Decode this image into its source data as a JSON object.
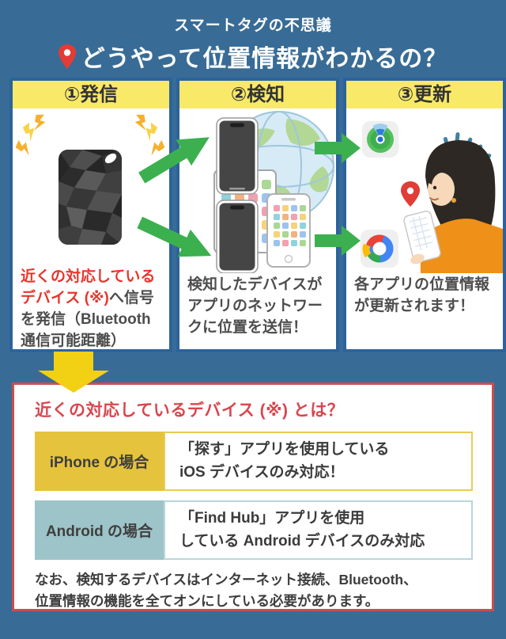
{
  "header": {
    "subtitle": "スマートタグの不思議",
    "title": "どうやって位置情報がわかるの？"
  },
  "steps": [
    {
      "label": "①発信",
      "caption_highlight": "近くの対応しているデバイス (※)",
      "caption_rest": "へ信号を発信（Bluetooth通信可能距離）",
      "illustration": "smart-tag-broadcasting-signal"
    },
    {
      "label": "②検知",
      "caption": "検知したデバイスがアプリのネットワークに位置を送信！",
      "illustration": "phones-tablet-and-globe-network"
    },
    {
      "label": "③更新",
      "caption": "各アプリの位置情報が更新されます！",
      "illustration": "app-icons-and-woman-checking-phone"
    }
  ],
  "footnote_box": {
    "heading": "近くの対応しているデバイス (※) とは？",
    "rows": [
      {
        "label": "iPhone の場合",
        "lines": [
          "「探す」アプリを使用している",
          "iOS デバイスのみ対応！"
        ]
      },
      {
        "label": "Android の場合",
        "lines": [
          "「Find Hub」アプリを使用",
          "している Android デバイスのみ対応"
        ]
      }
    ],
    "note_lines": [
      "なお、検知するデバイスはインターネット接続、Bluetooth、",
      "位置情報の機能を全てオンにしている必要があります。"
    ]
  },
  "icons": {
    "title_pin": "red-map-pin",
    "flow_arrow": "green-arrow",
    "down_arrow": "yellow-down-arrow",
    "app_icon_top": "find-my-app",
    "app_icon_bottom": "find-hub-app"
  },
  "colors": {
    "background": "#386c96",
    "card_border": "#2c639c",
    "step_header_yellow": "#f8e968",
    "flow_arrow_green": "#3cb04f",
    "down_arrow_yellow": "#f2d014",
    "highlight_red": "#e8352b",
    "box_border_red": "#cc4d4d",
    "heading_red": "#d9464e",
    "iphone_cell_yellow": "#e6c33d",
    "android_cell_teal": "#9dc4c8"
  }
}
